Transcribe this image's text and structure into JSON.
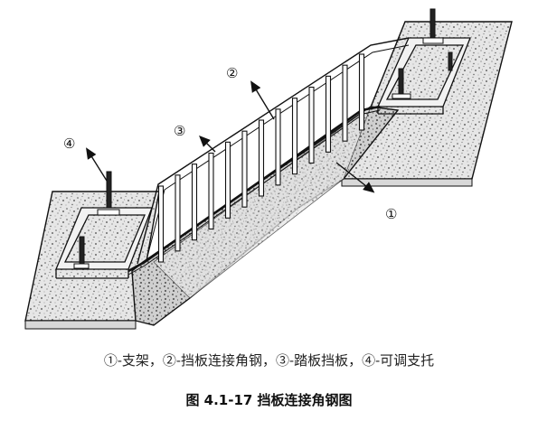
{
  "callouts": {
    "c1": "①",
    "c2": "②",
    "c3": "③",
    "c4": "④"
  },
  "legend": "①-支架，②-挡板连接角钢，③-踏板挡板，④-可调支托",
  "caption": "图 4.1-17  挡板连接角钢图",
  "colors": {
    "concrete_fill": "#e4e4e4",
    "concrete_dots": "#6a6a6a",
    "frame": "#f2f2f2",
    "stroke": "#111111"
  }
}
